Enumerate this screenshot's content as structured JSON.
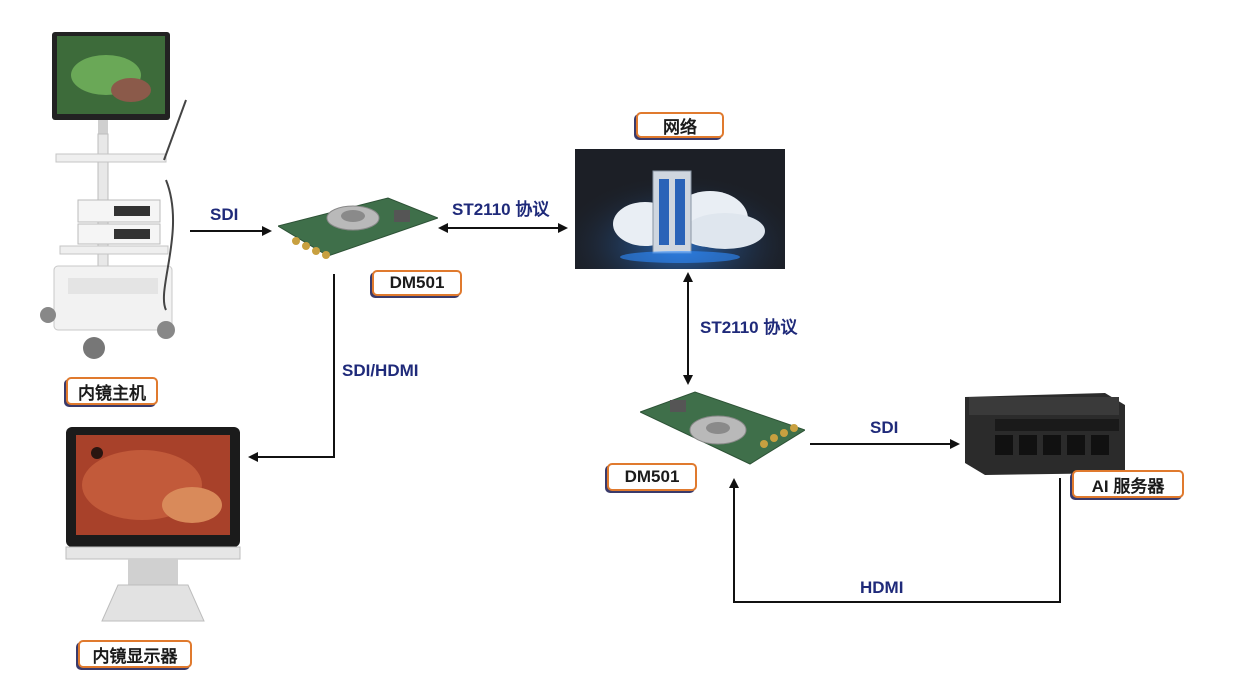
{
  "nodes": {
    "endoscope_host": "内镜主机",
    "endoscope_display": "内镜显示器",
    "dm501_top": "DM501",
    "dm501_bottom": "DM501",
    "network": "网络",
    "ai_server": "AI 服务器"
  },
  "links": {
    "host_to_dm501": "SDI",
    "dm501_to_network": "ST2110 协议",
    "network_to_dm501": "ST2110 协议",
    "dm501_to_display": "SDI/HDMI",
    "dm501_to_server": "SDI",
    "server_to_dm501": "HDMI"
  },
  "colors": {
    "label_border": "#e07a2e",
    "link_text": "#1f2a7a",
    "arrow": "#111111"
  }
}
